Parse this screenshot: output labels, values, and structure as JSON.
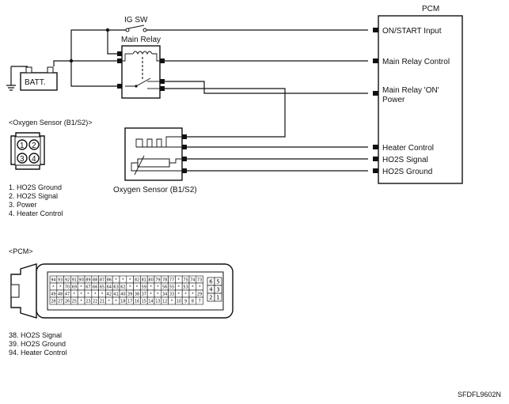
{
  "labels": {
    "ig_sw": "IG SW",
    "pcm": "PCM",
    "main_relay": "Main Relay",
    "battery": "BATT.",
    "oxygen_sensor": "Oxygen Sensor (B1/S2)",
    "connector_title_sensor": "<Oxygen Sensor (B1/S2)>",
    "connector_title_pcm": "<PCM>",
    "diagram_code": "SFDFL9602N"
  },
  "pcm_terminals": [
    "ON/START Input",
    "Main Relay Control",
    "Main Relay 'ON'",
    "Power",
    "Heater Control",
    "HO2S  Signal",
    "HO2S  Ground"
  ],
  "sensor_connector": {
    "pins": [
      "1",
      "2",
      "3",
      "4"
    ],
    "legend": [
      "1. HO2S  Ground",
      "2. HO2S  Signal",
      "3. Power",
      "4. Heater Control"
    ]
  },
  "pcm_connector": {
    "row1": [
      "94",
      "93",
      "92",
      "91",
      "90",
      "89",
      "88",
      "87",
      "86",
      "*",
      "*",
      "*",
      "82",
      "81",
      "80",
      "79",
      "78",
      "77",
      "*",
      "75",
      "74",
      "73"
    ],
    "row2": [
      "*",
      "*",
      "70",
      "69",
      "*",
      "67",
      "66",
      "65",
      "64",
      "63",
      "62",
      "*",
      "*",
      "59",
      "*",
      "*",
      "56",
      "55",
      "*",
      "53",
      "*",
      "*"
    ],
    "row3": [
      "49",
      "48",
      "47",
      "*",
      "*",
      "*",
      "*",
      "*",
      "42",
      "41",
      "40",
      "39",
      "38",
      "37",
      "*",
      "*",
      "34",
      "33",
      "*",
      "*",
      "*",
      "29"
    ],
    "row4": [
      "28",
      "27",
      "26",
      "25",
      "*",
      "23",
      "22",
      "21",
      "*",
      "*",
      "18",
      "17",
      "16",
      "15",
      "14",
      "13",
      "12",
      "*",
      "10",
      "9",
      "8",
      "7"
    ],
    "side": [
      "6",
      "5",
      "4",
      "3",
      "2",
      "1"
    ],
    "legend": [
      "38. HO2S  Signal",
      "39. HO2S  Ground",
      "94. Heater Control"
    ]
  }
}
